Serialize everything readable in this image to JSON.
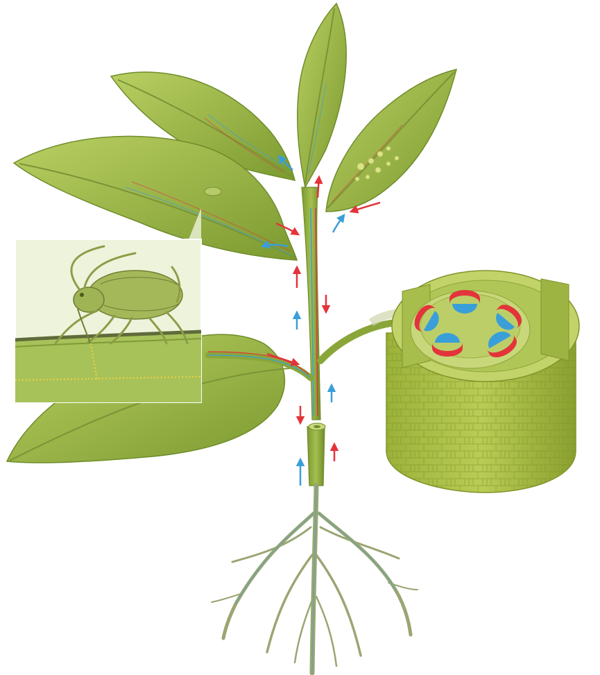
{
  "diagram": {
    "subject": "plant-vascular-transport",
    "colors": {
      "background": "#ffffff",
      "leaf_light": "#a9c24f",
      "leaf_mid": "#8fae3c",
      "leaf_dark": "#5f7d22",
      "stem": "#8aa63a",
      "xylem": "#3a9fd8",
      "phloem": "#e2343a",
      "root": "#9aa673",
      "inset_bg": "#eef3dc",
      "aphid": "#a4b85a",
      "sap_dots": "#f1d23a"
    },
    "flow_arrows": {
      "water_up": "blue",
      "sugar": "red"
    },
    "components": [
      "leaves",
      "stem",
      "roots",
      "aphid-inset",
      "stem-cross-section",
      "vascular-bundles"
    ]
  }
}
